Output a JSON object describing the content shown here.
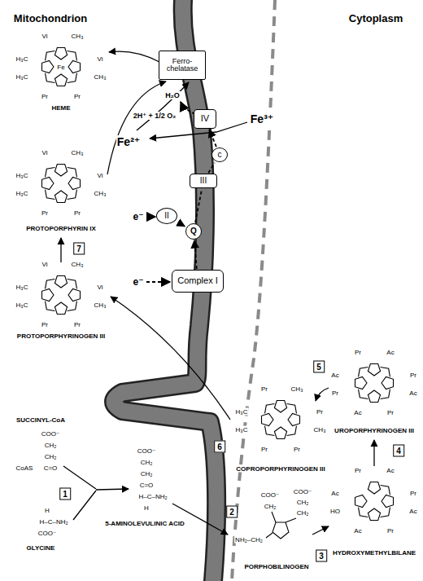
{
  "diagram": {
    "nodes": [
      {
        "text": [
          "Ferro- chelatase"
        ]
      },
      {
        "text": [
          "IV"
        ]
      },
      {
        "text": [
          "c"
        ]
      },
      {
        "text": [
          "III"
        ]
      },
      {
        "text": [
          "II"
        ]
      },
      {
        "text": [
          "Q"
        ]
      },
      {
        "text": [
          "Complex I"
        ]
      }
    ],
    "edges": [
      {
        "from": 6,
        "to": 5,
        "arrow": "to"
      },
      {
        "from": 4,
        "to": 5,
        "arrow": "to"
      },
      {
        "from": 5,
        "to": 3,
        "arrow": "none"
      },
      {
        "from": 3,
        "to": 2,
        "arrow": "none"
      },
      {
        "from": 2,
        "to": 1,
        "arrow": "to"
      }
    ],
    "labels": [
      "Mitochondrion",
      "Cytoplasm",
      "HEME",
      "Fe",
      "Vi",
      "CH₃",
      "H₃C",
      "Vi",
      "H₃C",
      "CH₃",
      "Pr",
      "Pr",
      "PROTOPORPHYRIN IX",
      "Vi",
      "CH₃",
      "H₃C",
      "Vi",
      "H₃C",
      "CH₃",
      "Pr",
      "Pr",
      "7",
      "PROTOPORPHYRINOGEN III",
      "Vi",
      "CH₃",
      "H₃C",
      "Vi",
      "H₃C",
      "CH₃",
      "Pr",
      "Pr",
      "H₂O",
      "2H⁺ + 1/2 O₂",
      "Fe³⁺",
      "Fe²⁺",
      "e⁻",
      "e⁻",
      "SUCCINYL-CoA",
      "COO⁻",
      "CH₂",
      "CH₂",
      "C=O",
      "CoAS",
      "1",
      "H",
      "H–C–NH₂",
      "COO⁻",
      "GLYCINE",
      "COO⁻",
      "CH₂",
      "CH₂",
      "C=O",
      "H–C–NH₂",
      "H",
      "5-AMINOLEVULINIC ACID",
      "COO⁻",
      "CH₂",
      "COO⁻",
      "CH₂",
      "CH₂",
      "NH₂–CH₂",
      "PORPHOBILINOGEN",
      "2",
      "3",
      "HYDROXYMETHYLBILANE",
      "Pr",
      "Ac",
      "Ac",
      "Pr",
      "HO",
      "Ac",
      "Ac",
      "Pr",
      "4",
      "Pr",
      "Ac",
      "Ac",
      "Pr",
      "Pr",
      "Ac",
      "Ac",
      "Pr",
      "UROPORPHYRINOGEN III",
      "5",
      "Pr",
      "CH₃",
      "H₃C",
      "Pr",
      "H₃C",
      "CH₃",
      "Pr",
      "Pr",
      "COPROPORPHYRINOGEN III",
      "6"
    ]
  }
}
